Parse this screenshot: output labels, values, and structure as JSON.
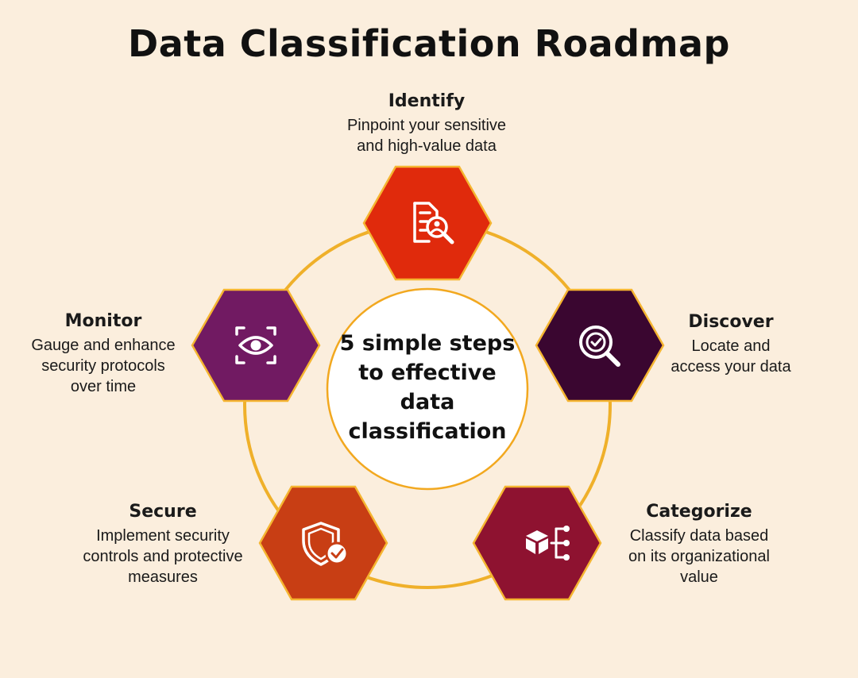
{
  "title": "Data Classification Roadmap",
  "center": {
    "text": "5 simple steps to effective data classification"
  },
  "steps": [
    {
      "title": "Identify",
      "description": "Pinpoint your sensitive\nand high-value data",
      "icon": "document-search-icon",
      "color": "#e02a0c"
    },
    {
      "title": "Discover",
      "description": "Locate and\naccess your data",
      "icon": "magnifier-check-icon",
      "color": "#3a0630"
    },
    {
      "title": "Categorize",
      "description": "Classify data based\non its organizational\nvalue",
      "icon": "cube-tree-icon",
      "color": "#8e1230"
    },
    {
      "title": "Secure",
      "description": "Implement security\ncontrols and protective\nmeasures",
      "icon": "shield-check-icon",
      "color": "#c83e14"
    },
    {
      "title": "Monitor",
      "description": "Gauge and enhance\nsecurity protocols\nover time",
      "icon": "eye-scan-icon",
      "color": "#711a62"
    }
  ],
  "colors": {
    "background": "#fbeedd",
    "ring": "#efb02a",
    "hex_border": "#f2a81f",
    "center_fill": "#ffffff"
  }
}
